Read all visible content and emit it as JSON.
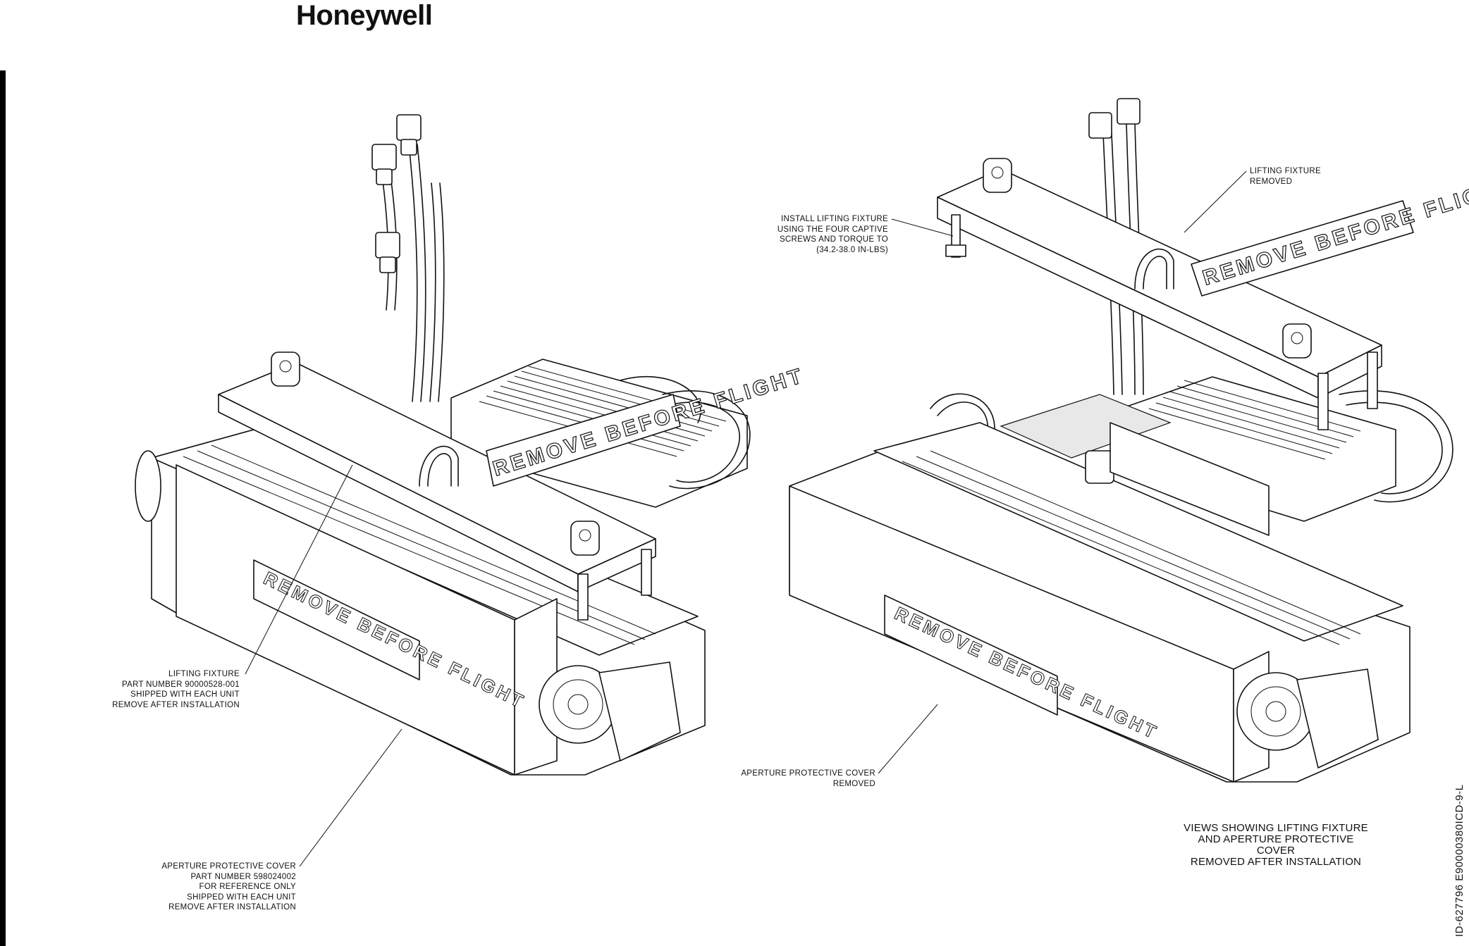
{
  "brand": "Honeywell",
  "labels": {
    "lifting_fixture_part": [
      "LIFTING FIXTURE",
      "PART NUMBER 90000528-001",
      "SHIPPED WITH EACH UNIT",
      "REMOVE AFTER INSTALLATION"
    ],
    "aperture_cover_part": [
      "APERTURE PROTECTIVE COVER",
      "PART NUMBER 598024002",
      "FOR REFERENCE ONLY",
      "SHIPPED WITH EACH UNIT",
      "REMOVE AFTER INSTALLATION"
    ],
    "install_lifting_fixture": [
      "INSTALL LIFTING FIXTURE",
      "USING THE FOUR CAPTIVE",
      "SCREWS AND TORQUE TO",
      "(34.2-38.0 IN-LBS)"
    ],
    "lifting_fixture_removed": [
      "LIFTING FIXTURE",
      "REMOVED"
    ],
    "aperture_cover_removed": [
      "APERTURE PROTECTIVE COVER",
      "REMOVED"
    ]
  },
  "streamer_text": "REMOVE BEFORE FLIGHT",
  "cover_text": "REMOVE BEFORE FLIGHT",
  "caption": [
    "VIEWS SHOWING LIFTING FIXTURE",
    "AND APERTURE PROTECTIVE",
    "COVER",
    "REMOVED AFTER INSTALLATION"
  ],
  "doc_id": "ID-627796   E90000380ICD-9-L"
}
